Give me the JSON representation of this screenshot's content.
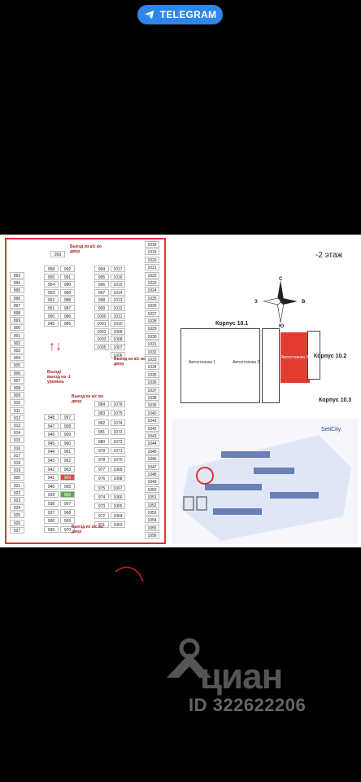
{
  "telegram": {
    "label": "TELEGRAM",
    "icon": "telegram-icon",
    "color": "#2f86e8"
  },
  "plan": {
    "floor_label": "-2 этаж",
    "exit_labels": [
      "Выезд из а/с во двор",
      "Выезд из а/с во двор",
      "Выезд из а/с во двор",
      "Выезд из а/с во двор"
    ],
    "ramp_label": "Въезд/выезд на -1 уровень",
    "corpus": [
      "Корпус 10.1",
      "Корпус 10.2",
      "Корпус 10.3"
    ],
    "parking_labels": [
      "Автостоянка 1",
      "Автостоянка 2",
      "Автостоянка 3"
    ],
    "compass": [
      "С",
      "В",
      "Ю",
      "З"
    ],
    "col1": [
      "893",
      "894",
      "895",
      "896",
      "897",
      "898",
      "899",
      "900",
      "901",
      "902",
      "903",
      "904",
      "905",
      "906",
      "907",
      "908",
      "909",
      "910",
      "911",
      "912",
      "913",
      "914",
      "915",
      "916",
      "917",
      "918",
      "919",
      "920",
      "921",
      "922",
      "923",
      "924",
      "925",
      "926",
      "927"
    ],
    "col2a": [
      "958",
      "955",
      "954",
      "953",
      "952",
      "951",
      "950",
      "949"
    ],
    "col2b": [
      "992",
      "991",
      "990",
      "989",
      "988",
      "987",
      "986",
      "985"
    ],
    "col3a": [
      "948",
      "947",
      "946",
      "945",
      "944",
      "943",
      "942",
      "941",
      "940",
      "939",
      "938",
      "937",
      "936",
      "935"
    ],
    "col3b": [
      "957",
      "958",
      "959",
      "960",
      "961",
      "962",
      "963",
      "964",
      "965",
      "966",
      "967",
      "968",
      "969",
      "970"
    ],
    "col4a": [
      "994",
      "995",
      "996",
      "997",
      "998",
      "999",
      "1000",
      "1001",
      "1002",
      "1003",
      "1005"
    ],
    "col4b": [
      "1017",
      "1016",
      "1015",
      "1014",
      "1013",
      "1012",
      "1011",
      "1010",
      "1009",
      "1008",
      "1007",
      "1006"
    ],
    "col5a": [
      "984",
      "983",
      "982",
      "981",
      "980",
      "979",
      "978",
      "977",
      "976",
      "975",
      "974",
      "973",
      "972",
      "971"
    ],
    "col5b": [
      "1076",
      "1075",
      "1074",
      "1073",
      "1072",
      "1071",
      "1070",
      "1069",
      "1068",
      "1067",
      "1066",
      "1065",
      "1064",
      "1063"
    ],
    "col6": [
      "1018",
      "1019",
      "1020",
      "1021",
      "1022",
      "1023",
      "1024",
      "1025",
      "1026",
      "1027",
      "1028",
      "1029",
      "1030",
      "1031",
      "1032",
      "1033",
      "1034",
      "1035",
      "1036",
      "1037",
      "1038",
      "1039",
      "1040",
      "1041",
      "1042",
      "1043",
      "1044",
      "1045",
      "1046",
      "1047",
      "1048",
      "1049",
      "1050",
      "1051",
      "1052",
      "1053",
      "1054",
      "1055",
      "1056"
    ],
    "top_box": "993",
    "highlight_red": "964",
    "highlight_green": "966",
    "map_logo": "SetiCity"
  },
  "watermark": {
    "brand": "циан",
    "id_text": "ID 322622206",
    "icon": "map-pin-icon"
  }
}
